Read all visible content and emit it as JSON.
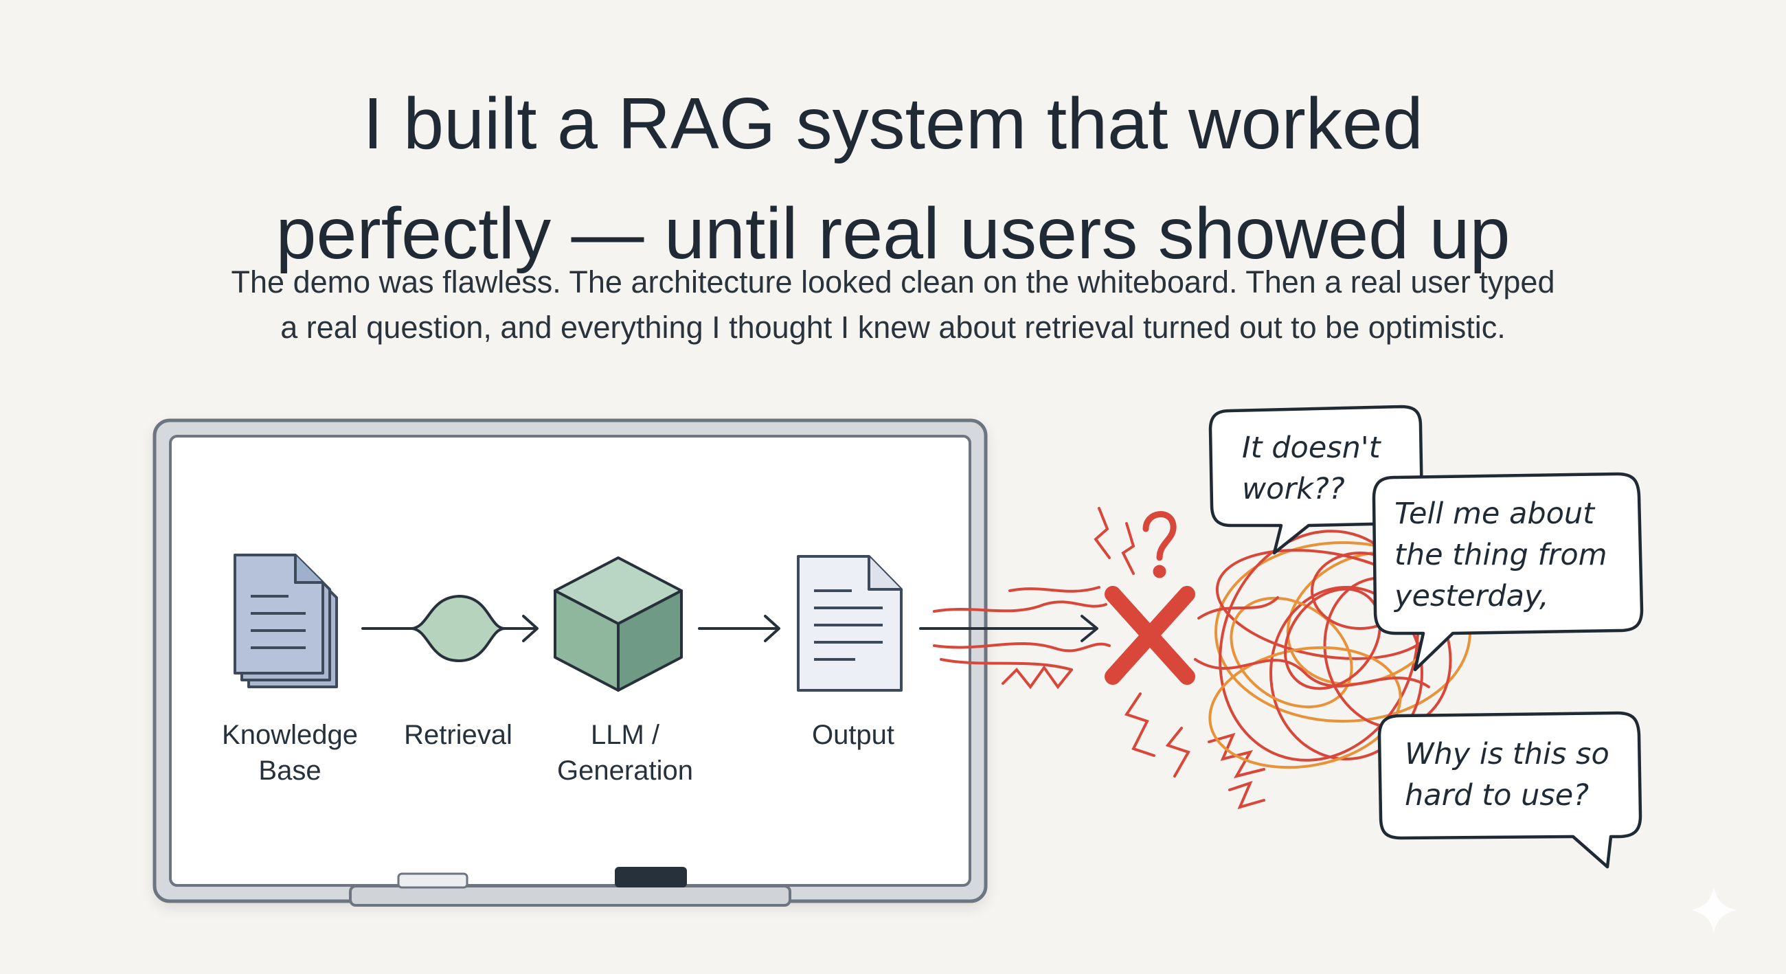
{
  "title": {
    "line1": "I built a RAG system that worked",
    "line2": "perfectly — until real users showed up"
  },
  "subtitle": {
    "line1": "The demo was flawless. The architecture looked clean on the whiteboard. Then a real user typed",
    "line2": "a real question, and everything I thought I knew about retrieval turned out to be optimistic."
  },
  "pipeline": {
    "nodes": [
      {
        "label_line1": "Knowledge",
        "label_line2": "Base",
        "icon": "document-stack-icon"
      },
      {
        "label_line1": "Retrieval",
        "label_line2": "",
        "icon": "retrieval-lens-icon"
      },
      {
        "label_line1": "LLM /",
        "label_line2": "Generation",
        "icon": "cube-icon"
      },
      {
        "label_line1": "Output",
        "label_line2": "",
        "icon": "document-icon"
      }
    ]
  },
  "chaos": {
    "marks": [
      "question-mark-icon",
      "red-x-icon",
      "tangle-scribble"
    ]
  },
  "bubbles": [
    {
      "line1": "It doesn't",
      "line2": "work??",
      "line3": ""
    },
    {
      "line1": "Tell me about",
      "line2": "the thing from",
      "line3": "yesterday,"
    },
    {
      "line1": "Why is this so",
      "line2": "hard to use?",
      "line3": ""
    }
  ],
  "colors": {
    "background": "#f5f4f0",
    "text": "#1f2a34",
    "doc_fill": "#b5c2d9",
    "retrieval_fill": "#b5d3bd",
    "cube_fill": "#8fb79e",
    "error_red": "#d9473a",
    "tangle_orange": "#e8933a"
  }
}
